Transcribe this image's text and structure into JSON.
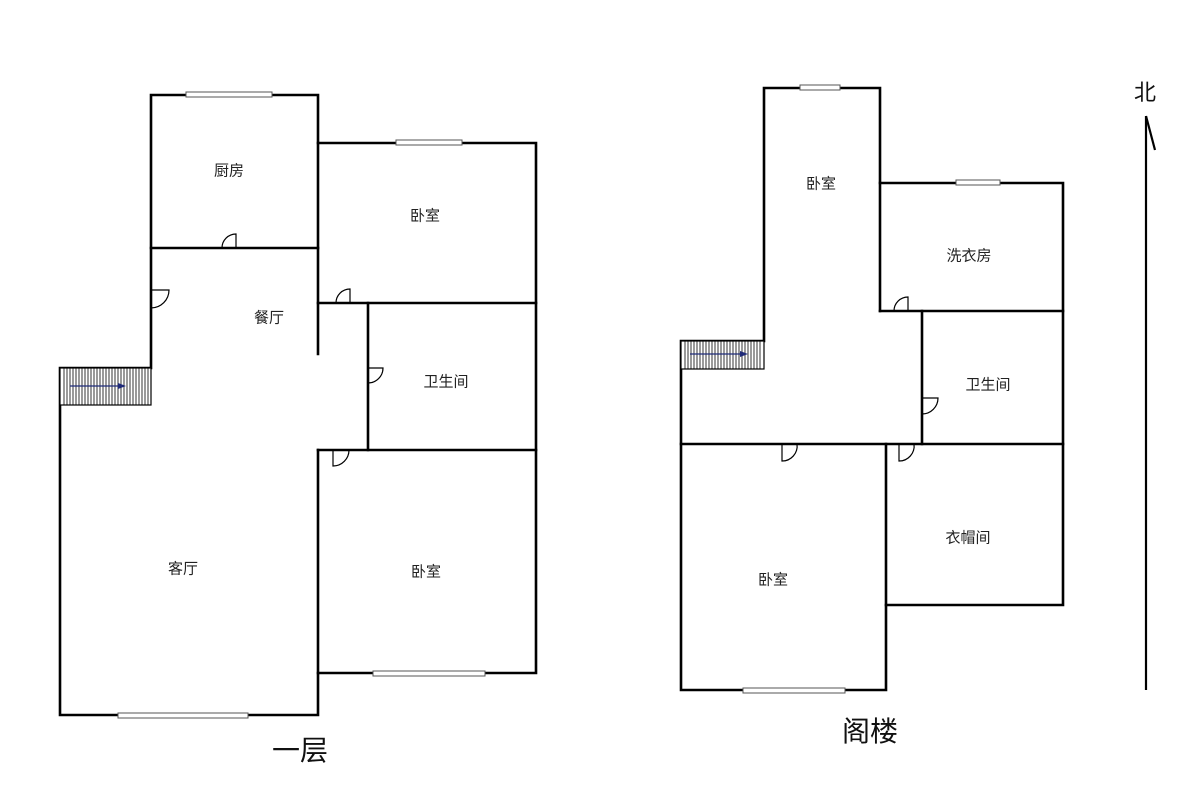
{
  "plans": {
    "ground": {
      "title": "一层",
      "rooms": {
        "kitchen": "厨房",
        "bedroom_north": "卧室",
        "dining": "餐厅",
        "bathroom": "卫生间",
        "living": "客厅",
        "bedroom_south": "卧室"
      }
    },
    "attic": {
      "title": "阁楼",
      "rooms": {
        "bedroom_north": "卧室",
        "laundry": "洗衣房",
        "bathroom": "卫生间",
        "cloakroom": "衣帽间",
        "bedroom_south": "卧室"
      }
    }
  },
  "compass": {
    "label": "北"
  }
}
